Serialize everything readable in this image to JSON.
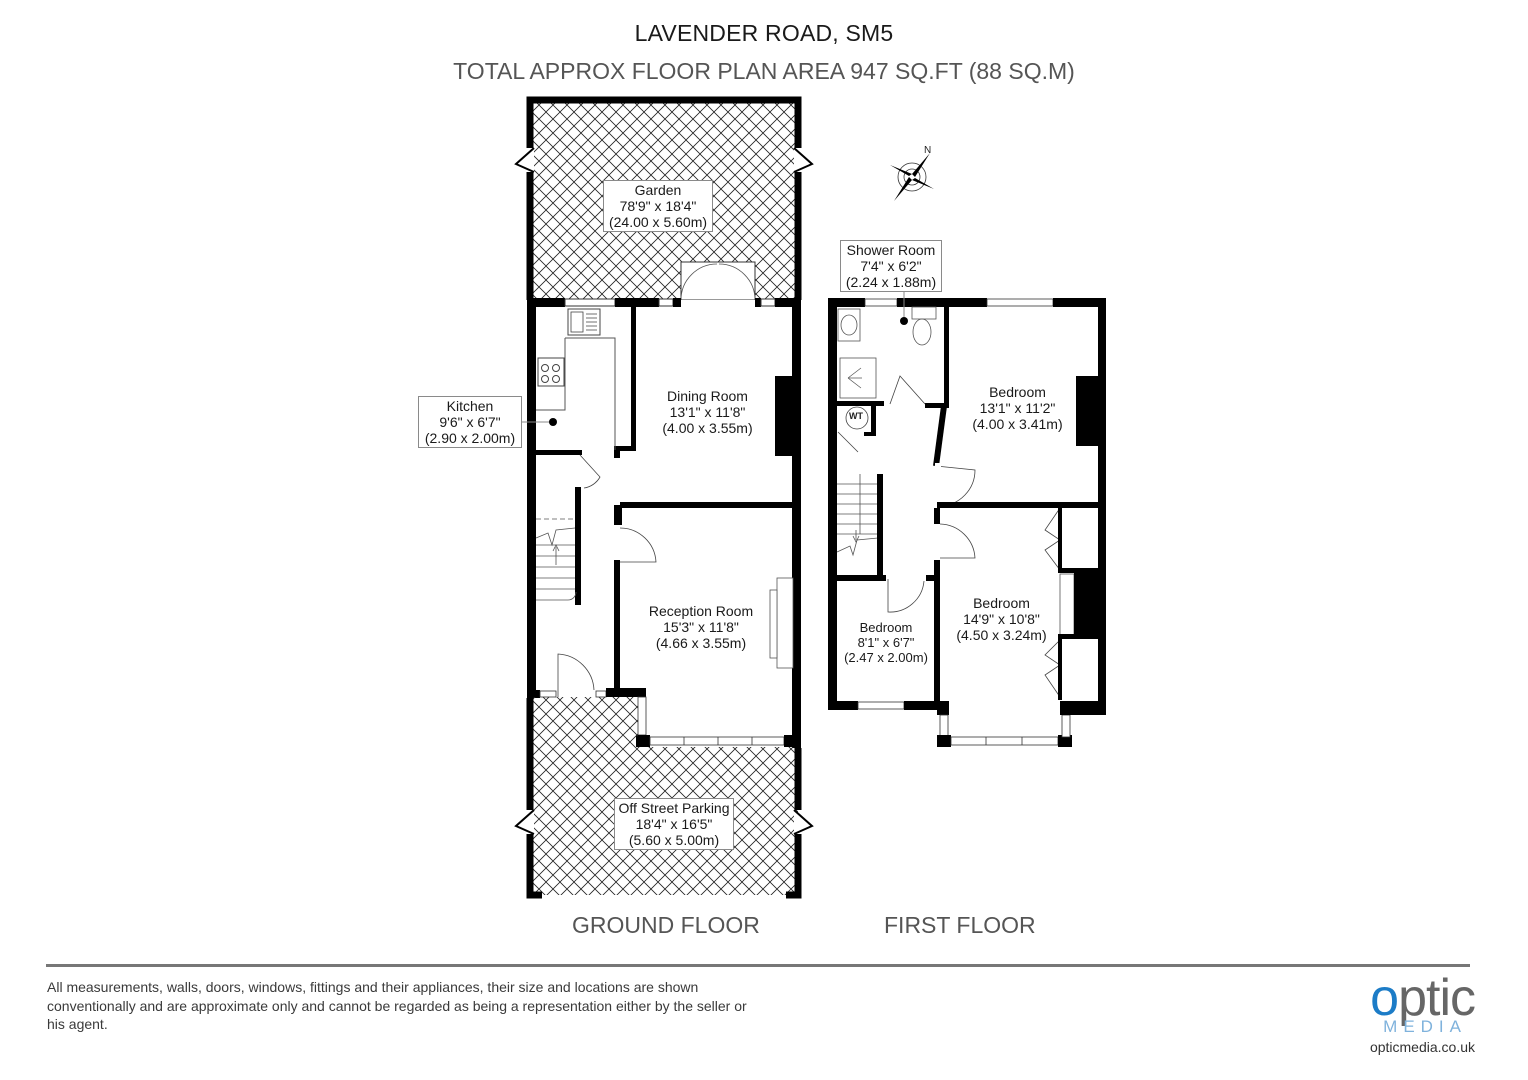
{
  "header": {
    "title": "LAVENDER ROAD, SM5",
    "subtitle": "TOTAL APPROX FLOOR PLAN AREA 947 SQ.FT (88 SQ.M)"
  },
  "floors": {
    "ground": {
      "label": "GROUND FLOOR",
      "rooms": [
        {
          "name": "Garden",
          "imperial": "78'9\" x 18'4\"",
          "metric": "(24.00 x 5.60m)"
        },
        {
          "name": "Kitchen",
          "imperial": "9'6\" x 6'7\"",
          "metric": "(2.90 x 2.00m)"
        },
        {
          "name": "Dining Room",
          "imperial": "13'1\" x 11'8\"",
          "metric": "(4.00 x 3.55m)"
        },
        {
          "name": "Reception Room",
          "imperial": "15'3\" x 11'8\"",
          "metric": "(4.66 x 3.55m)"
        },
        {
          "name": "Off Street Parking",
          "imperial": "18'4\" x 16'5\"",
          "metric": "(5.60 x 5.00m)"
        }
      ]
    },
    "first": {
      "label": "FIRST FLOOR",
      "rooms": [
        {
          "name": "Shower Room",
          "imperial": "7'4\" x 6'2\"",
          "metric": "(2.24 x 1.88m)"
        },
        {
          "name": "Bedroom",
          "imperial": "13'1\" x 11'2\"",
          "metric": "(4.00 x 3.41m)"
        },
        {
          "name": "Bedroom",
          "imperial": "8'1\" x 6'7\"",
          "metric": "(2.47 x 2.00m)"
        },
        {
          "name": "Bedroom",
          "imperial": "14'9\" x 10'8\"",
          "metric": "(4.50 x 3.24m)"
        }
      ],
      "fixtures": {
        "wt": "WT"
      }
    }
  },
  "compass": {
    "north": "N"
  },
  "icons": [
    "compass-rose-icon",
    "sink-icon",
    "hob-icon",
    "toilet-icon",
    "shower-tray-icon",
    "washbasin-icon",
    "water-tank-icon",
    "stairs-arrow-icon"
  ],
  "footer": {
    "disclaimer": "All measurements, walls, doors, windows, fittings and their appliances, their size and locations are shown conventionally and are approximate only and cannot be regarded as being a representation either by the seller or his agent.",
    "logo": {
      "word_o": "o",
      "word_rest": "ptic",
      "media": "MEDIA",
      "url": "opticmedia.co.uk"
    },
    "colors": {
      "logo_blue": "#1c7cc7",
      "logo_light_blue": "#7fb2dc",
      "logo_grey": "#666666"
    }
  }
}
